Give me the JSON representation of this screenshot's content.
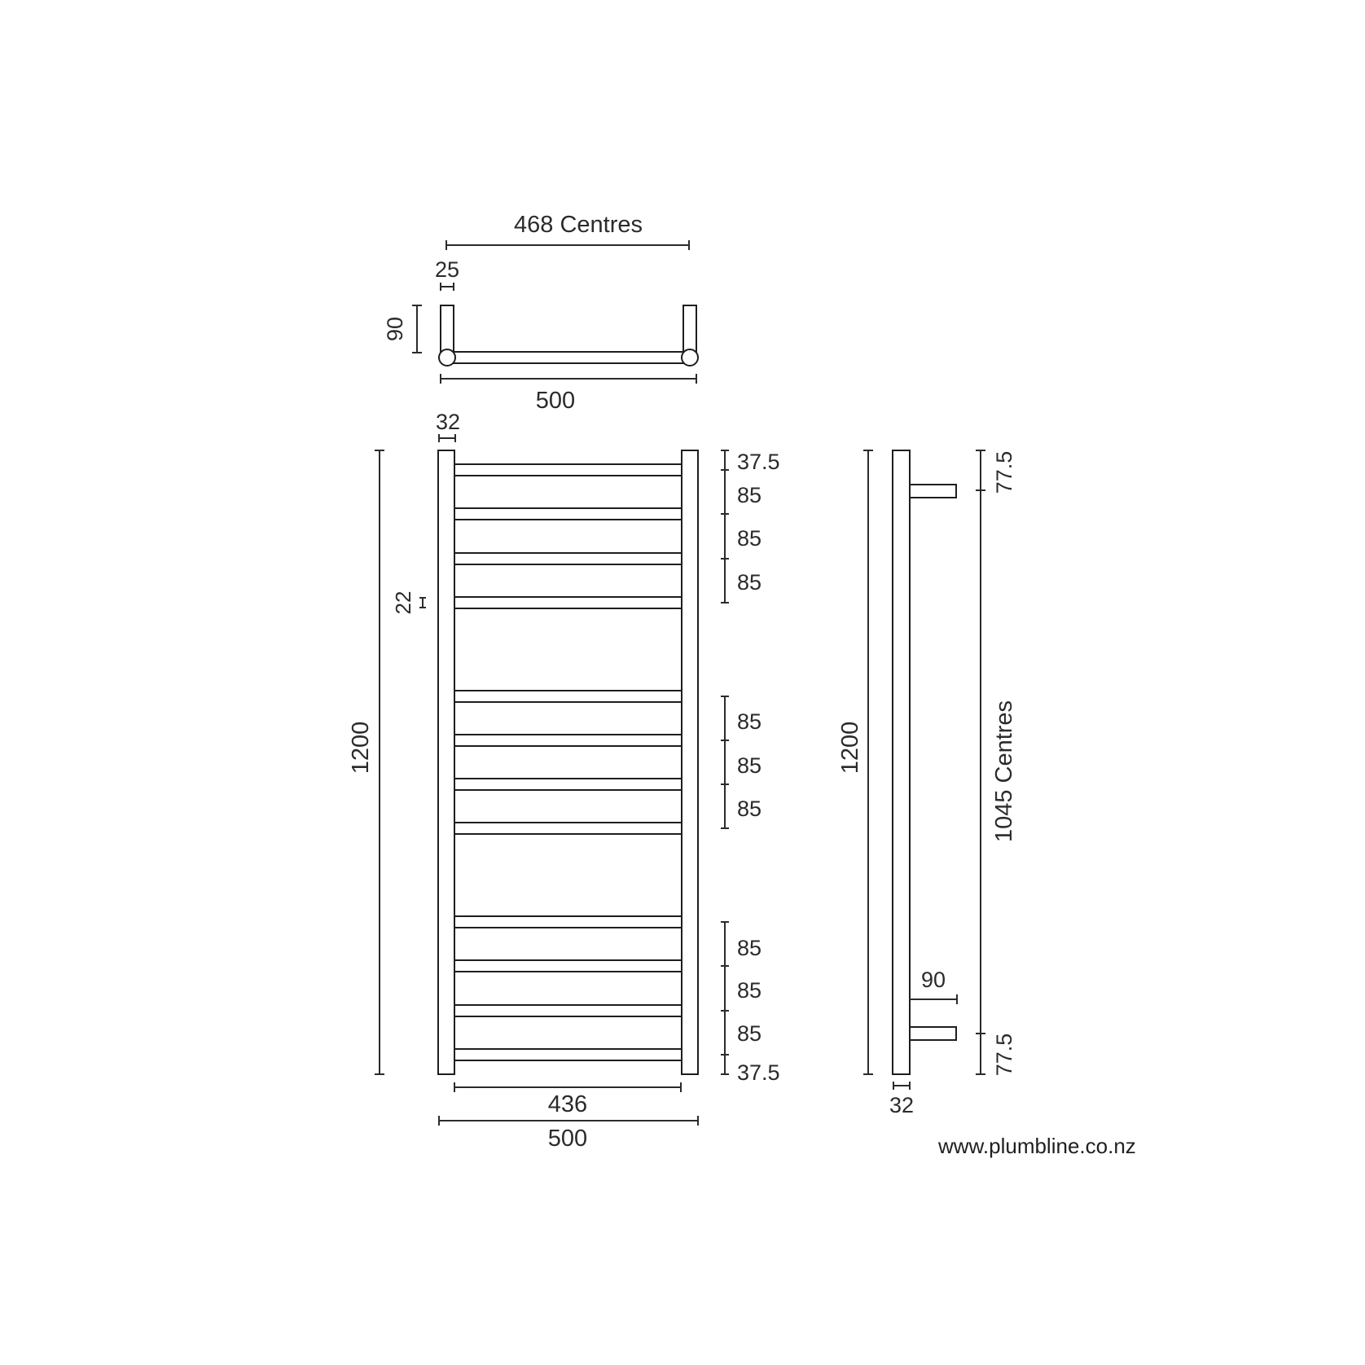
{
  "top_view": {
    "centres_label": "468 Centres",
    "bracket_width_label": "25",
    "depth_label": "90",
    "overall_width_label": "500"
  },
  "front_view": {
    "rail_width_label": "32",
    "bar_height_label": "22",
    "overall_height_label": "1200",
    "inner_width_label": "436",
    "overall_width_label": "500",
    "spacing_labels_top": [
      "37.5",
      "85",
      "85",
      "85"
    ],
    "spacing_labels_middle": [
      "85",
      "85",
      "85"
    ],
    "spacing_labels_bottom": [
      "85",
      "85",
      "85",
      "37.5"
    ]
  },
  "side_view": {
    "overall_height_label": "1200",
    "top_offset_label": "77.5",
    "centres_label": "1045 Centres",
    "projection_label": "90",
    "bottom_offset_label": "77.5",
    "post_width_label": "32"
  },
  "footer": {
    "website": "www.plumbline.co.nz"
  },
  "colors": {
    "line": "#2b2b2b",
    "background": "#ffffff"
  }
}
